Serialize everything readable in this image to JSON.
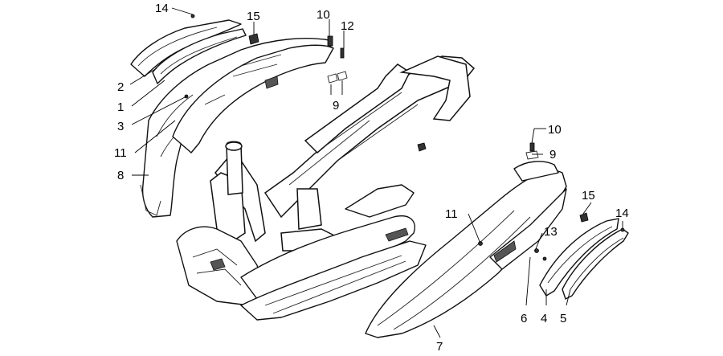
{
  "callouts": [
    {
      "id": "c14a",
      "label": "14"
    },
    {
      "id": "c15a",
      "label": "15"
    },
    {
      "id": "c10a",
      "label": "10"
    },
    {
      "id": "c12",
      "label": "12"
    },
    {
      "id": "c2",
      "label": "2"
    },
    {
      "id": "c1",
      "label": "1"
    },
    {
      "id": "c3",
      "label": "3"
    },
    {
      "id": "c9a",
      "label": "9"
    },
    {
      "id": "c11a",
      "label": "11"
    },
    {
      "id": "c8",
      "label": "8"
    },
    {
      "id": "c10b",
      "label": "10"
    },
    {
      "id": "c9b",
      "label": "9"
    },
    {
      "id": "c11b",
      "label": "11"
    },
    {
      "id": "c15b",
      "label": "15"
    },
    {
      "id": "c14b",
      "label": "14"
    },
    {
      "id": "c13",
      "label": "13"
    },
    {
      "id": "c6",
      "label": "6"
    },
    {
      "id": "c4",
      "label": "4"
    },
    {
      "id": "c5",
      "label": "5"
    },
    {
      "id": "c7",
      "label": "7"
    }
  ]
}
